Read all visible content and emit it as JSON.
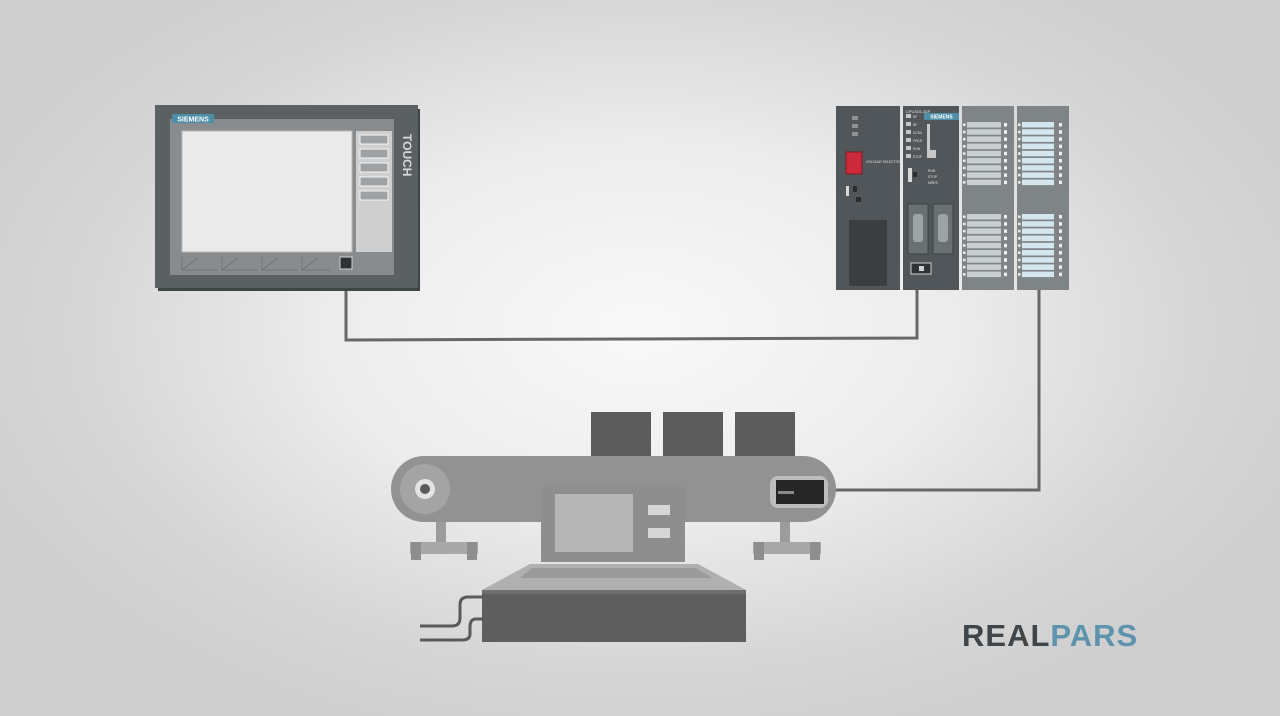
{
  "hmi": {
    "brand": "SIEMENS",
    "side_label": "TOUCH"
  },
  "plc": {
    "cpu_brand": "SIEMENS",
    "cpu_model": "CPU315-2DP",
    "psu_label": "VOLTAGE SELECTOR",
    "status_leds": [
      "SF",
      "BF",
      "DC5V",
      "FRCE",
      "RUN",
      "STOP"
    ],
    "mode_labels": [
      "RUN",
      "STOP",
      "MRES"
    ]
  },
  "logo": {
    "part1": "REAL",
    "part2": "PARS",
    "color1": "#3f4549",
    "color2": "#5e93ad"
  },
  "colors": {
    "device_dark": "#555a5c",
    "device_gray": "#8a8d8f",
    "machine_gray": "#8c8c8c",
    "cable": "#666666"
  }
}
